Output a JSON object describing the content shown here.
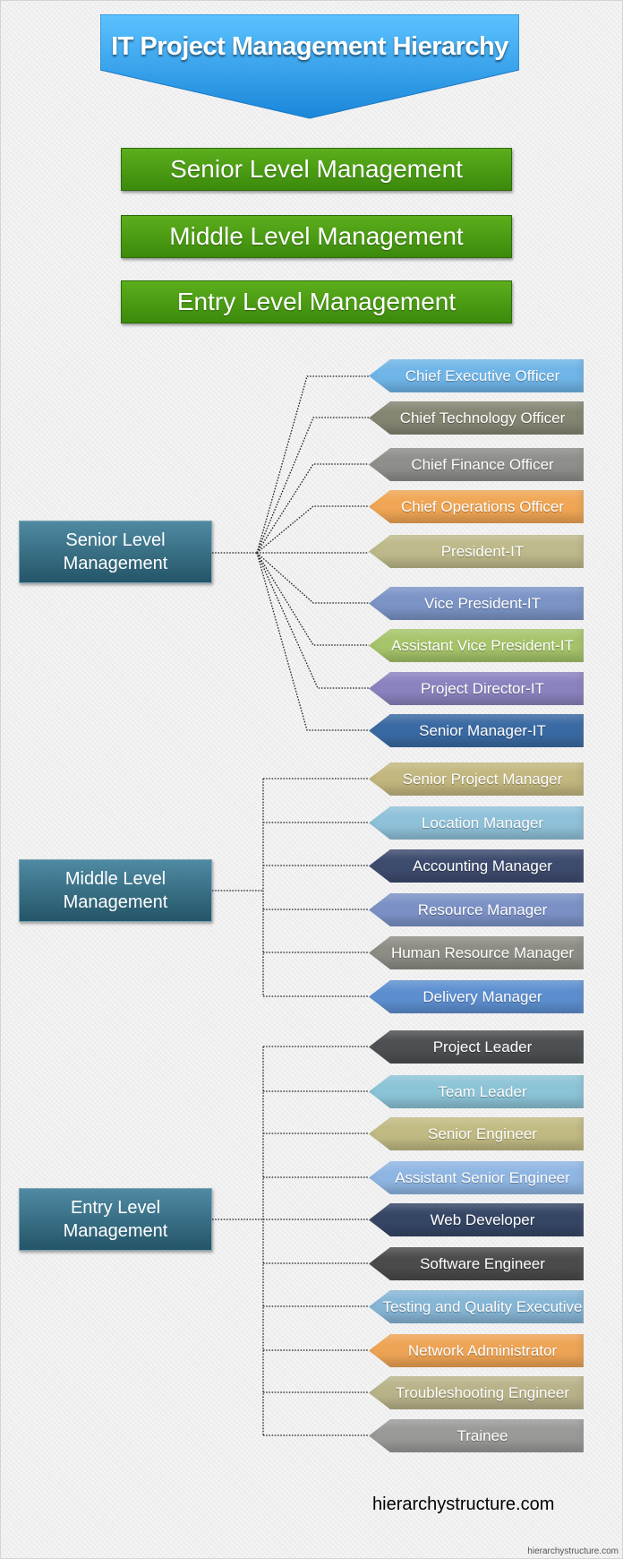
{
  "title": "IT Project Management Hierarchy",
  "colors": {
    "title_banner": "#2b9ff0",
    "level_bar": "#4a9b14",
    "group_box": "#30697f",
    "connector": "#222222"
  },
  "levels": [
    {
      "label": "Senior Level Management"
    },
    {
      "label": "Middle Level Management"
    },
    {
      "label": "Entry Level Management"
    }
  ],
  "groups": [
    {
      "label_line1": "Senior Level",
      "label_line2": "Management",
      "roles": [
        {
          "label": "Chief Executive Officer",
          "color": "#6fb5e8"
        },
        {
          "label": "Chief Technology Officer",
          "color": "#858572"
        },
        {
          "label": "Chief Finance Officer",
          "color": "#8e8e8b"
        },
        {
          "label": "Chief Operations Officer",
          "color": "#f0a654"
        },
        {
          "label": "President-IT",
          "color": "#bdb98a"
        },
        {
          "label": "Vice President-IT",
          "color": "#7b94c6"
        },
        {
          "label": "Assistant Vice President-IT",
          "color": "#a6c46a"
        },
        {
          "label": "Project Director-IT",
          "color": "#8a83bf"
        },
        {
          "label": "Senior Manager-IT",
          "color": "#3a6aa3"
        }
      ]
    },
    {
      "label_line1": "Middle Level",
      "label_line2": "Management",
      "roles": [
        {
          "label": "Senior Project Manager",
          "color": "#c2b77f"
        },
        {
          "label": "Location Manager",
          "color": "#8fc1d9"
        },
        {
          "label": "Accounting Manager",
          "color": "#3d4b6e"
        },
        {
          "label": "Resource Manager",
          "color": "#7b91c6"
        },
        {
          "label": "Human Resource Manager",
          "color": "#8d8d85"
        },
        {
          "label": "Delivery Manager",
          "color": "#5d8fd0"
        }
      ]
    },
    {
      "label_line1": "Entry Level",
      "label_line2": "Management",
      "roles": [
        {
          "label": "Project Leader",
          "color": "#4d5052"
        },
        {
          "label": "Team Leader",
          "color": "#8cc4d7"
        },
        {
          "label": "Senior Engineer",
          "color": "#c1ba83"
        },
        {
          "label": "Assistant Senior Engineer",
          "color": "#8fb6e3"
        },
        {
          "label": "Web Developer",
          "color": "#354665"
        },
        {
          "label": "Software Engineer",
          "color": "#4b4b4b"
        },
        {
          "label": "Testing and Quality Executive",
          "color": "#86b6d6"
        },
        {
          "label": "Network Administrator",
          "color": "#eea455"
        },
        {
          "label": "Troubleshooting Engineer",
          "color": "#b9b38a"
        },
        {
          "label": "Trainee",
          "color": "#9a9a98"
        }
      ]
    }
  ],
  "footer": {
    "site": "hierarchystructure.com",
    "corner_credit": "hierarchystructure.com"
  }
}
